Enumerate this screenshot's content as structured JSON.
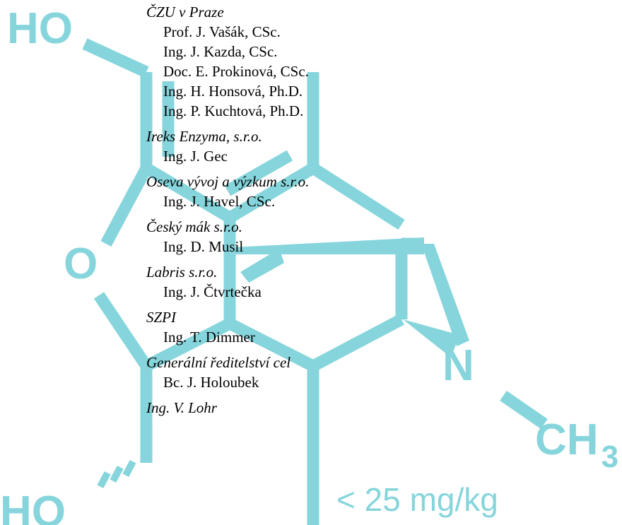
{
  "molecule": {
    "color": "#86d5dc",
    "labels": {
      "ho_top": "HO",
      "oxygen": "O",
      "nitrogen": "N",
      "methyl": "CH",
      "methyl_sub": "3",
      "ho_bottom": "HO"
    }
  },
  "limit_text": "< 25 mg/kg",
  "groups": [
    {
      "org": "ČZU v Praze",
      "people": [
        "Prof. J. Vašák, CSc.",
        "Ing. J. Kazda, CSc.",
        "Doc. E. Prokinová, CSc.",
        "Ing. H. Honsová, Ph.D.",
        "Ing. P. Kuchtová, Ph.D."
      ]
    },
    {
      "org": "Ireks Enzyma, s.r.o.",
      "people": [
        "Ing. J. Gec"
      ]
    },
    {
      "org": "Oseva vývoj a výzkum s.r.o.",
      "people": [
        "Ing. J. Havel, CSc."
      ]
    },
    {
      "org": "Český mák s.r.o.",
      "people": [
        "Ing. D. Musil"
      ]
    },
    {
      "org": "Labris s.r.o.",
      "people": [
        "Ing. J. Čtvrtečka"
      ]
    },
    {
      "org": "SZPI",
      "people": [
        "Ing. T. Dimmer"
      ]
    },
    {
      "org": "Generální ředitelství cel",
      "people": [
        "Bc. J. Holoubek"
      ]
    },
    {
      "org": "Ing. V. Lohr",
      "people": []
    }
  ]
}
